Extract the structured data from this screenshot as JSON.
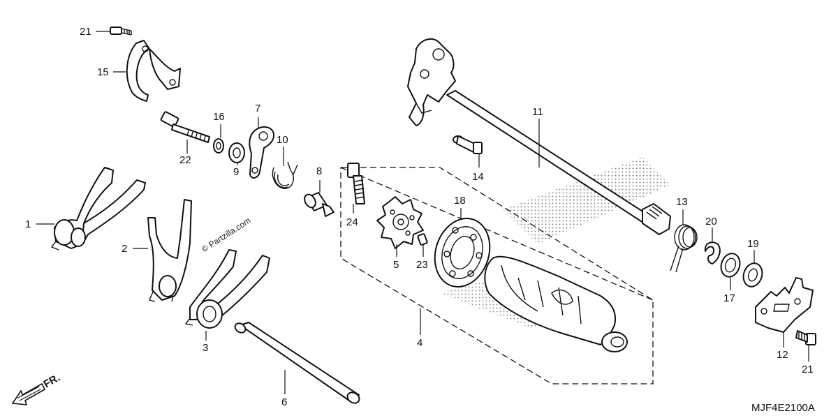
{
  "callouts": {
    "c1": "1",
    "c2": "2",
    "c3": "3",
    "c4": "4",
    "c5": "5",
    "c6": "6",
    "c7": "7",
    "c8": "8",
    "c9": "9",
    "c10": "10",
    "c11": "11",
    "c12": "12",
    "c13": "13",
    "c14": "14",
    "c15": "15",
    "c16": "16",
    "c17": "17",
    "c18": "18",
    "c19": "19",
    "c20": "20",
    "c21a": "21",
    "c21b": "21",
    "c22": "22",
    "c23": "23",
    "c24": "24"
  },
  "watermark": "© Partzilla.com",
  "front_label": "FR.",
  "diagram_code": "MJF4E2100A"
}
